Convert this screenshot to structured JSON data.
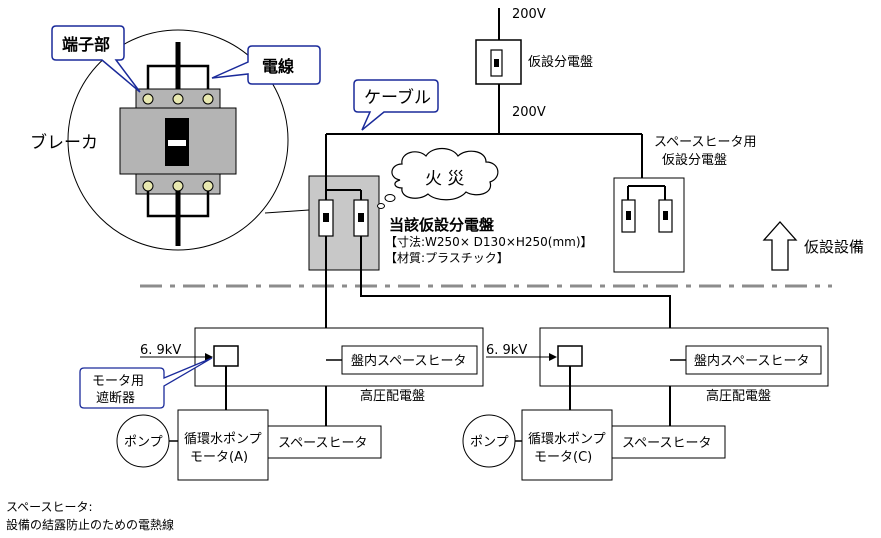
{
  "labels": {
    "v200_top": "200V",
    "v200_mid": "200V",
    "kasetsu_panel": "仮設分電盤",
    "spaceheater_panel_l1": "スペースヒータ用",
    "spaceheater_panel_l2": "仮設分電盤",
    "cable": "ケーブル",
    "fire": "火 災",
    "target_panel": "当該仮設分電盤",
    "dimensions": "【寸法:W250× D130×H250(mm)】",
    "material": "【材質:プラスチック】",
    "kasetsu_setsubi": "仮設設備",
    "breaker": "ブレーカ",
    "terminal": "端子部",
    "wire": "電線",
    "kv_left": "6. 9kV",
    "kv_right": "6. 9kV",
    "motor_breaker_l1": "モータ用",
    "motor_breaker_l2": "遮断器",
    "panel_heater_left": "盤内スペースヒータ",
    "panel_heater_right": "盤内スペースヒータ",
    "hv_panel_left": "高圧配電盤",
    "hv_panel_right": "高圧配電盤",
    "pump_left": "ポンプ",
    "pump_right": "ポンプ",
    "motor_a_l1": "循環水ポンプ",
    "motor_a_l2": "モータ(A)",
    "motor_c_l1": "循環水ポンプ",
    "motor_c_l2": "モータ(C)",
    "space_heater_left": "スペースヒータ",
    "space_heater_right": "スペースヒータ",
    "footnote_l1": "スペースヒータ:",
    "footnote_l2": "設備の結露防止のための電熱線"
  },
  "colors": {
    "panel_gray": "#c8c8c8",
    "breaker_gray": "#b4b4b4",
    "callout_blue": "#1a2a9a",
    "dashline_gray": "#8c8c8c"
  }
}
